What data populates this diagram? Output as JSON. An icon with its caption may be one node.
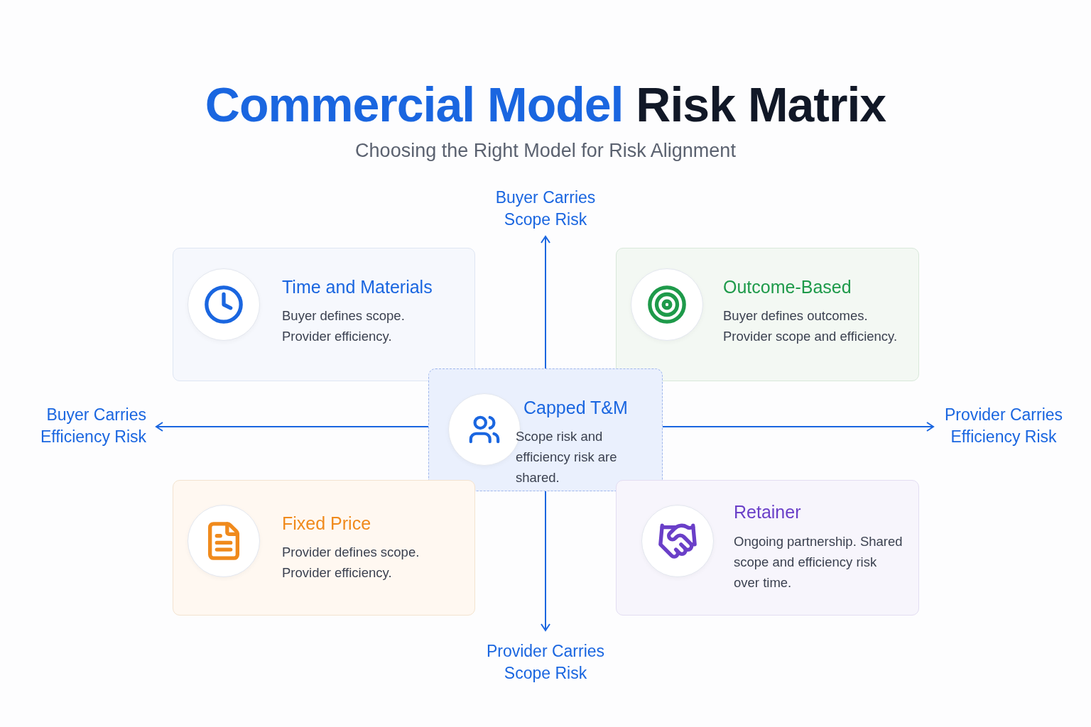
{
  "diagram": {
    "title": "Commercial Model Risk Matrix",
    "caption": "Choosing the Right Model for Risk Alignment",
    "nodes": [
      {
        "text": [
          "Buyer Carries Scope Risk"
        ]
      },
      {
        "text": [
          "Time and Materials",
          "Buyer defines scope. Provider efficiency."
        ]
      },
      {
        "text": [
          "Outcome-Based",
          "Buyer defines outcomes. Provider scope and efficiency."
        ]
      },
      {
        "text": [
          "Buyer Carries Efficiency Risk"
        ]
      },
      {
        "text": [
          "Capped T&M",
          "Scope risk and efficiency risk are shared."
        ]
      },
      {
        "text": [
          "Provider Carries Efficiency Risk"
        ]
      },
      {
        "text": [
          "Fixed Price",
          "Provider defines scope. Provider efficiency."
        ]
      },
      {
        "text": [
          "Retainer",
          "Ongoing partnership. Shared scope and efficiency risk over time."
        ]
      },
      {
        "text": [
          "Provider Carries Scope Risk"
        ]
      }
    ],
    "edges": [
      {
        "from": 4,
        "to": 0,
        "arrow": "to"
      },
      {
        "from": 4,
        "to": 3,
        "arrow": "to"
      },
      {
        "from": 4,
        "to": 5,
        "arrow": "to"
      },
      {
        "from": 4,
        "to": 8,
        "arrow": "to"
      }
    ]
  }
}
